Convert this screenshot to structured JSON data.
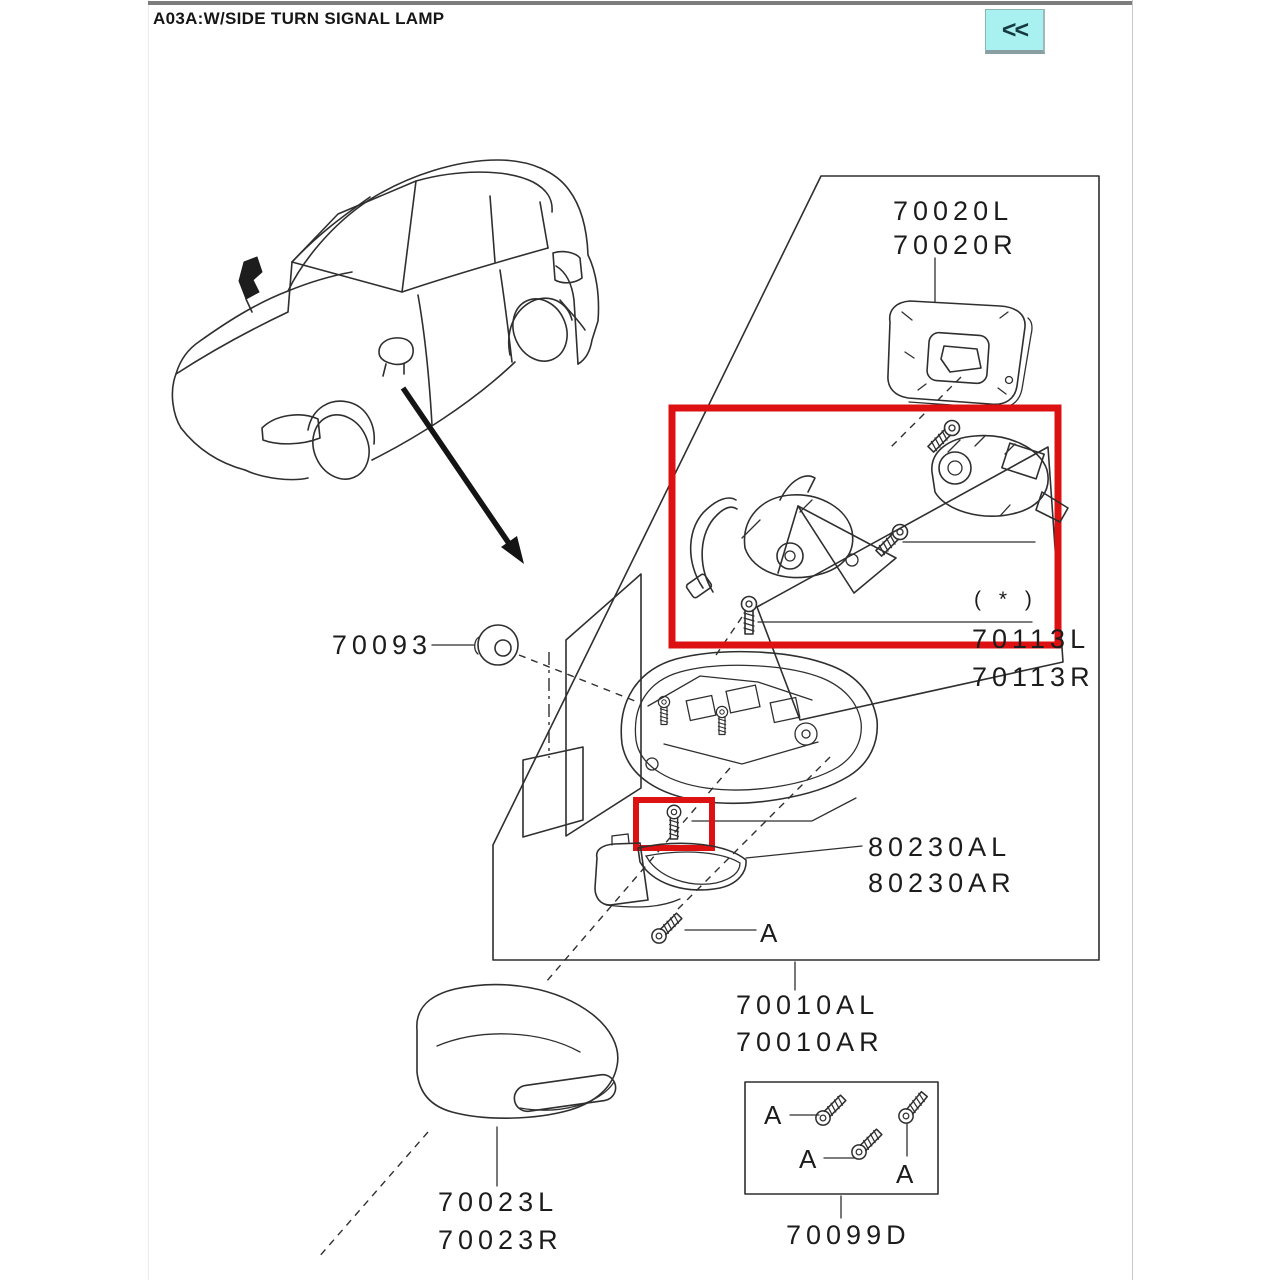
{
  "window": {
    "title": "A03A:W/SIDE TURN SIGNAL LAMP",
    "collapse_button": "<<"
  },
  "colors": {
    "highlight_red": "#dd1111",
    "button_bg": "#a9f1f1",
    "line_ink": "#2f2f2f",
    "frame_gray": "#7d7d7d"
  },
  "labels": {
    "glass1": "70020L",
    "glass2": "70020R",
    "grommet": "70093",
    "note": "( * )",
    "act1": "70113L",
    "act2": "70113R",
    "lamp1": "80230AL",
    "lamp2": "80230AR",
    "refA": "A",
    "assy1": "70010AL",
    "assy2": "70010AR",
    "cover1": "70023L",
    "cover2": "70023R",
    "kit": "70099D",
    "kitA1": "A",
    "kitA2": "A",
    "kitA3": "A"
  }
}
